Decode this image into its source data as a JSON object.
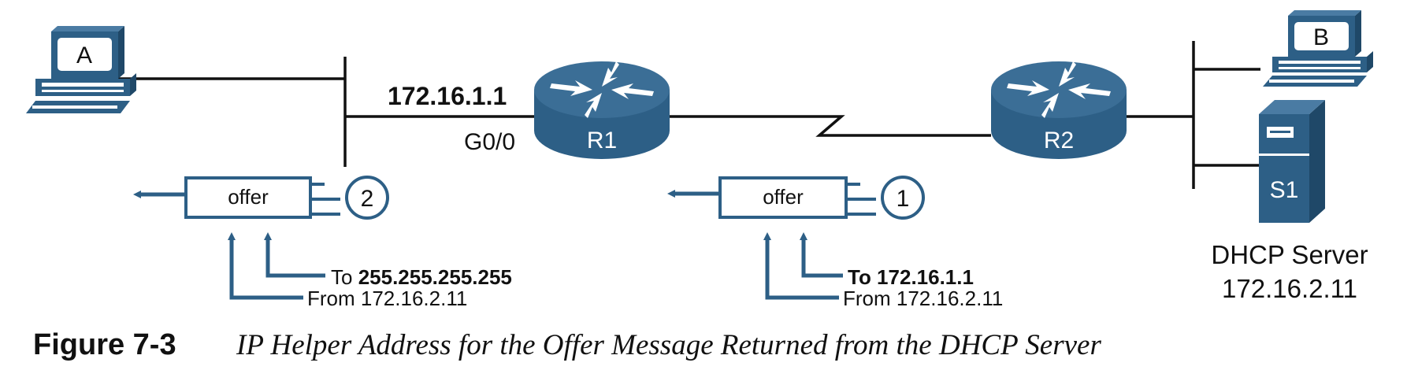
{
  "colors": {
    "device_blue": "#2d5f86",
    "device_blue_dark": "#1f4868",
    "line": "#111111",
    "white": "#ffffff"
  },
  "devices": {
    "pc_a": {
      "label": "A",
      "icon": "desktop-computer-icon"
    },
    "pc_b": {
      "label": "B",
      "icon": "desktop-computer-icon"
    },
    "router_r1": {
      "label": "R1",
      "icon": "router-icon"
    },
    "router_r2": {
      "label": "R2",
      "icon": "router-icon"
    },
    "server_s1": {
      "label": "S1",
      "icon": "server-icon",
      "role": "DHCP Server",
      "ip": "172.16.2.11"
    }
  },
  "r1_interface": {
    "ip": "172.16.1.1",
    "name": "G0/0"
  },
  "messages": [
    {
      "step": "1",
      "label": "offer",
      "to_prefix": "",
      "to_value": "To 172.16.1.1",
      "from": "From 172.16.2.11"
    },
    {
      "step": "2",
      "label": "offer",
      "to_prefix": "To ",
      "to_value": "255.255.255.255",
      "from": "From 172.16.2.11"
    }
  ],
  "caption": {
    "number": "Figure 7-3",
    "title": "IP Helper Address for the Offer Message Returned from the DHCP Server"
  }
}
